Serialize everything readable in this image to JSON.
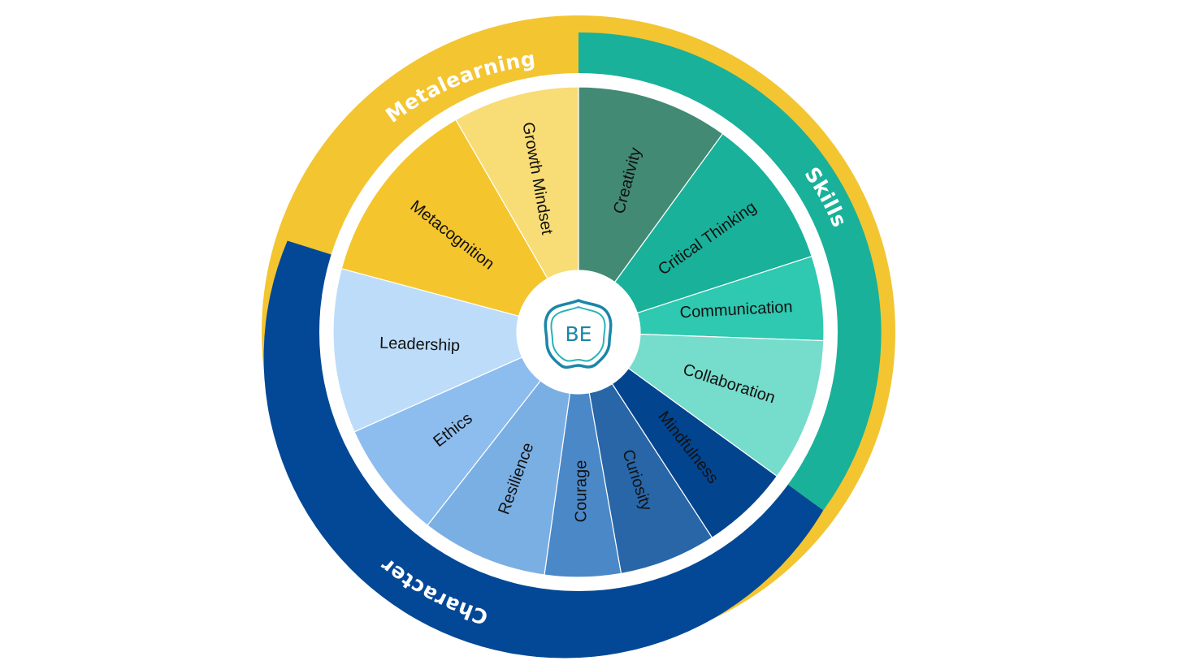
{
  "colors": {
    "outer_rim": "#f3c531",
    "white_gap": "#ffffff",
    "metalearning_band": "#f3c531",
    "skills_band": "#19b19a",
    "character_band": "#034896",
    "logo_stroke": "#1a86a8",
    "logo_inner": "#2ab3b8"
  },
  "ring": {
    "metalearning": {
      "label": "Metalearning",
      "color": "#f3c531"
    },
    "skills": {
      "label": "Skills",
      "color": "#19b19a"
    },
    "character": {
      "label": "Character",
      "color": "#034896"
    }
  },
  "segments": [
    {
      "label": "Creativity",
      "color": "#428a73",
      "start": 0,
      "end": 36,
      "rotation": -75
    },
    {
      "label": "Critical Thinking",
      "color": "#19b19a",
      "start": 36,
      "end": 72,
      "rotation": -35
    },
    {
      "label": "Communication",
      "color": "#2fc8b0",
      "start": 72,
      "end": 92,
      "rotation": -3
    },
    {
      "label": "Collaboration",
      "color": "#76dccb",
      "start": 92,
      "end": 126,
      "rotation": 18
    },
    {
      "label": "Mindfulness",
      "color": "#03448f",
      "start": 126,
      "end": 147,
      "rotation": 52
    },
    {
      "label": "Curiosity",
      "color": "#2866a8",
      "start": 147,
      "end": 170,
      "rotation": 72
    },
    {
      "label": "Courage",
      "color": "#4b88c8",
      "start": 170,
      "end": 188,
      "rotation": -90
    },
    {
      "label": "Resilience",
      "color": "#7aafe3",
      "start": 188,
      "end": 218,
      "rotation": -70
    },
    {
      "label": "Ethics",
      "color": "#8dbdee",
      "start": 218,
      "end": 246,
      "rotation": -38
    },
    {
      "label": "Leadership",
      "color": "#bcdcf9",
      "start": 246,
      "end": 285,
      "rotation": 2
    },
    {
      "label": "Metacognition",
      "color": "#f5c52d",
      "start": 285,
      "end": 330,
      "rotation": 38
    },
    {
      "label": "Growth Mindset",
      "color": "#f8dc75",
      "start": 330,
      "end": 360,
      "rotation": 80
    }
  ],
  "logo": {
    "text": "BE"
  }
}
